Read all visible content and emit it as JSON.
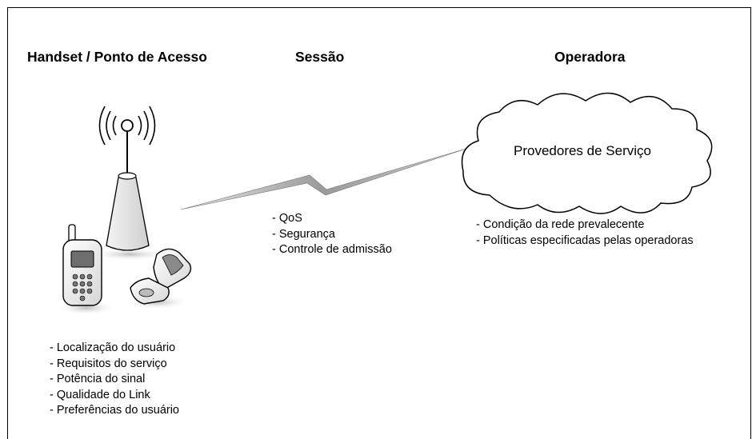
{
  "columns": {
    "handset": {
      "heading": "Handset / Ponto de Acesso",
      "items": [
        "Localização do usuário",
        "Requisitos do serviço",
        "Potência do sinal",
        "Qualidade do Link",
        "Preferências do usuário"
      ]
    },
    "session": {
      "heading": "Sessão",
      "items": [
        "QoS",
        "Segurança",
        "Controle de admissão"
      ]
    },
    "operator": {
      "heading": "Operadora",
      "cloud_label": "Provedores de Serviço",
      "items": [
        "Condição da rede prevalecente",
        "Políticas especificadas pelas operadoras"
      ]
    }
  },
  "icons": [
    "antenna-icon",
    "radio-waves-icon",
    "mobile-phone-icon",
    "flip-phone-icon",
    "lightning-link-icon",
    "cloud-icon"
  ]
}
